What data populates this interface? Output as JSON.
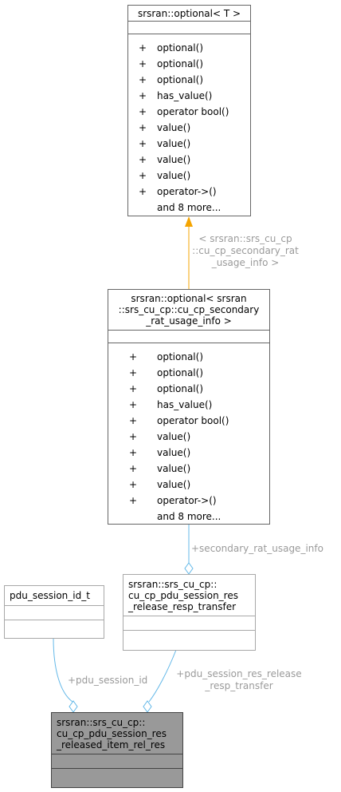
{
  "classes": {
    "optional_template": {
      "title": [
        "srsran::optional< T >"
      ],
      "members": [
        {
          "vis": "+",
          "name": "optional()"
        },
        {
          "vis": "+",
          "name": "optional()"
        },
        {
          "vis": "+",
          "name": "optional()"
        },
        {
          "vis": "+",
          "name": "has_value()"
        },
        {
          "vis": "+",
          "name": "operator bool()"
        },
        {
          "vis": "+",
          "name": "value()"
        },
        {
          "vis": "+",
          "name": "value()"
        },
        {
          "vis": "+",
          "name": "value()"
        },
        {
          "vis": "+",
          "name": "value()"
        },
        {
          "vis": "+",
          "name": "operator->()"
        },
        {
          "vis": "",
          "name": "and 8 more..."
        }
      ]
    },
    "optional_instance": {
      "title": [
        "srsran::optional< srsran",
        "::srs_cu_cp::cu_cp_secondary",
        "_rat_usage_info >"
      ],
      "members": [
        {
          "vis": "+",
          "name": "optional()"
        },
        {
          "vis": "+",
          "name": "optional()"
        },
        {
          "vis": "+",
          "name": "optional()"
        },
        {
          "vis": "+",
          "name": "has_value()"
        },
        {
          "vis": "+",
          "name": "operator bool()"
        },
        {
          "vis": "+",
          "name": "value()"
        },
        {
          "vis": "+",
          "name": "value()"
        },
        {
          "vis": "+",
          "name": "value()"
        },
        {
          "vis": "+",
          "name": "value()"
        },
        {
          "vis": "+",
          "name": "operator->()"
        },
        {
          "vis": "",
          "name": "and 8 more..."
        }
      ]
    },
    "pdu_session_id_t": {
      "title": [
        "pdu_session_id_t"
      ]
    },
    "resp_transfer": {
      "title": [
        "srsran::srs_cu_cp::",
        "cu_cp_pdu_session_res",
        "_release_resp_transfer"
      ]
    },
    "item_rel_res": {
      "title": [
        "srsran::srs_cu_cp::",
        "cu_cp_pdu_session_res",
        "_released_item_rel_res"
      ]
    }
  },
  "edge_labels": {
    "template_arg": [
      "< srsran::srs_cu_cp",
      "::cu_cp_secondary_rat",
      "_usage_info >"
    ],
    "secondary_rat_usage_info": [
      "+secondary_rat_usage_info"
    ],
    "pdu_session_id": [
      "+pdu_session_id"
    ],
    "pdu_session_res_release_resp_transfer": [
      "+pdu_session_res_release",
      "_resp_transfer"
    ]
  },
  "colors": {
    "template_edge": "#f5a400",
    "member_edge": "#63b8e8",
    "edge_label_text": "#9a9a9a",
    "highlight_class": "#999999"
  }
}
